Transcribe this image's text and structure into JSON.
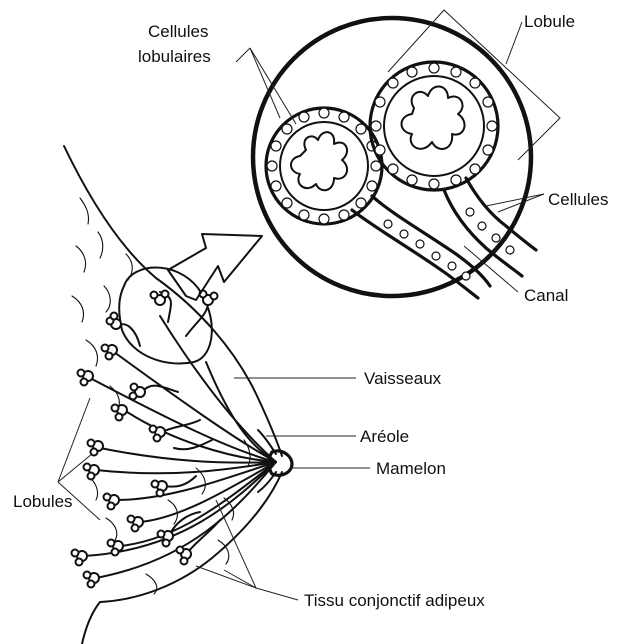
{
  "labels": {
    "cellules_lobulaires": [
      "Cellules",
      "lobulaires"
    ],
    "lobule": "Lobule",
    "cellules": "Cellules",
    "canal": "Canal",
    "vaisseaux": "Vaisseaux",
    "areole": "Aréole",
    "mamelon": "Mamelon",
    "lobules": "Lobules",
    "tissu": "Tissu conjonctif adipeux"
  }
}
